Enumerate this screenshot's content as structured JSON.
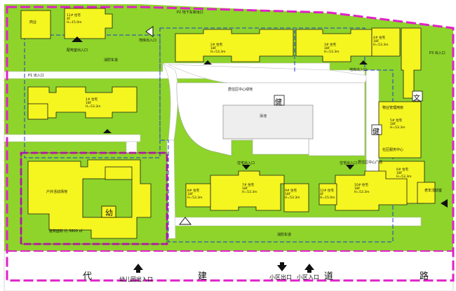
{
  "road": {
    "chars": [
      "代",
      "建",
      "道",
      "路"
    ],
    "kindergarten_entrance": "幼儿园出入口",
    "exit": "小区出口",
    "entrance": "小区入口"
  },
  "labels": {
    "fire_lane_top": "消防车道",
    "fire_lane_bottom": "消防车道",
    "central_green": "居住区中心绿地",
    "plaza": "居住区中心广场",
    "pool": "泳池",
    "kindergarten": "幼",
    "health": "健",
    "culture": "文",
    "kinder_area": "建筑面积 约 3600 ㎡",
    "kinder_play": "户外活动场地",
    "garage_top": "配电室出入口",
    "garage_left": "地库出入口",
    "garage_right": "地库出入口",
    "garage_mid": "住宅出入口",
    "garage_mid2": "住宅出入口",
    "north_gate": "P2 地下车库出口",
    "left_gate": "P1 出入口",
    "right_gate": "P3 出入口",
    "shop": "商业",
    "mgmt": "物业管理用房",
    "community": "社区服务中心",
    "elderly": "老年活动室"
  },
  "buildings": [
    {
      "id": "b1",
      "name": "1# 住宅",
      "floors": "18F",
      "height": "H=53.3m"
    },
    {
      "id": "b2",
      "name": "2# 住宅",
      "floors": "18F",
      "height": "H=53.3m"
    },
    {
      "id": "b3",
      "name": "3# 住宅",
      "floors": "18F",
      "height": "H=53.3m"
    },
    {
      "id": "b4",
      "name": "4# 住宅",
      "floors": "18F",
      "height": "H=53.3m"
    },
    {
      "id": "b5",
      "name": "5# 住宅",
      "floors": "18F",
      "height": "H=53.3m"
    },
    {
      "id": "b6",
      "name": "6# 住宅",
      "floors": "18F",
      "height": "H=53.3m"
    },
    {
      "id": "b7",
      "name": "7# 住宅",
      "floors": "18F",
      "height": "H=53.3m"
    },
    {
      "id": "b8",
      "name": "8# 住宅",
      "floors": "18F",
      "height": "H=53.3m"
    },
    {
      "id": "b9",
      "name": "9# 住宅",
      "floors": "18F",
      "height": "H=53.3m"
    },
    {
      "id": "b10",
      "name": "10# 住宅",
      "floors": "18F",
      "height": "H=53.3m"
    },
    {
      "id": "b11",
      "name": "11# 住宅",
      "floors": "4F",
      "height": "H=15.0m"
    },
    {
      "id": "b12",
      "name": "12# 住宅",
      "floors": "4F",
      "height": "H=15.0m"
    }
  ],
  "colors": {
    "green": "#8ed42a",
    "building": "#f5f520",
    "boundary": "#e020c8",
    "road": "#ffffff",
    "outline": "#1a1a1a",
    "dashed_blue": "#1c3fd0"
  }
}
